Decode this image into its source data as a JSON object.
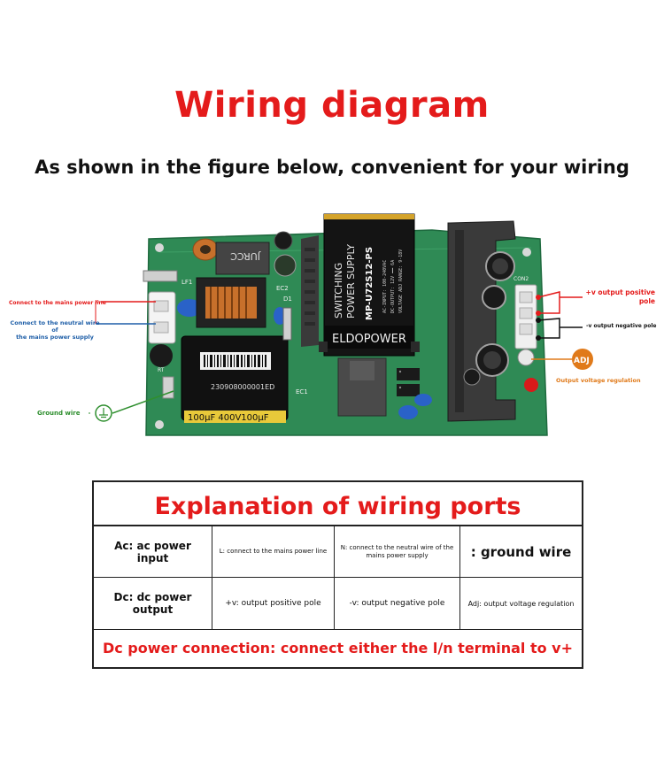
{
  "title": "Wiring diagram",
  "subtitle": "As shown in the figure below, convenient for your wiring",
  "board": {
    "module_lines": [
      "SWITCHING",
      "POWER SUPPLY"
    ],
    "model": "MP-U72S12-PS",
    "brand": "ELDOPOWER",
    "small_text": [
      "AC-INPUT: 100-240VAC",
      "DC-OUTPUT: 12V ━━ 6A",
      "VOLTAGE ADJ RANGE: 9-18V"
    ],
    "serial": "230908000001ED",
    "cap_text": "100μF  400V100μF",
    "jurcc": "JURCC",
    "con2": "CON2",
    "ec2": "EC2",
    "d1": "D1",
    "lf1": "LF1",
    "ec1": "EC1",
    "rt": "RT"
  },
  "labels": {
    "mains_line": "Connect to the mains power line",
    "neutral_line1": "Connect to the neutral wire of",
    "neutral_line2": "the mains power supply",
    "ground": "Ground wire",
    "pos_line1": "+v output positive",
    "pos_line2": "pole",
    "neg": "-v output negative pole",
    "adj_badge": "ADJ",
    "adj": "Output voltage regulation"
  },
  "table": {
    "header": "Explanation of wiring ports",
    "rows": [
      [
        "Ac: ac power input",
        "L: connect to the mains power line",
        "N: connect to the neutral wire of the mains power supply",
        ": ground wire"
      ],
      [
        "Dc: dc power output",
        "+v: output positive pole",
        "-v: output negative pole",
        "Adj: output voltage regulation"
      ]
    ],
    "footer": "Dc power connection: connect either the l/n terminal to v+"
  },
  "colors": {
    "title": "#e41b1b",
    "pcb": "#2f8a55",
    "wire_red": "#e41b1b",
    "wire_blue": "#1f5fa8",
    "ground_green": "#2f8f2f",
    "adj_orange": "#e07a1a"
  }
}
